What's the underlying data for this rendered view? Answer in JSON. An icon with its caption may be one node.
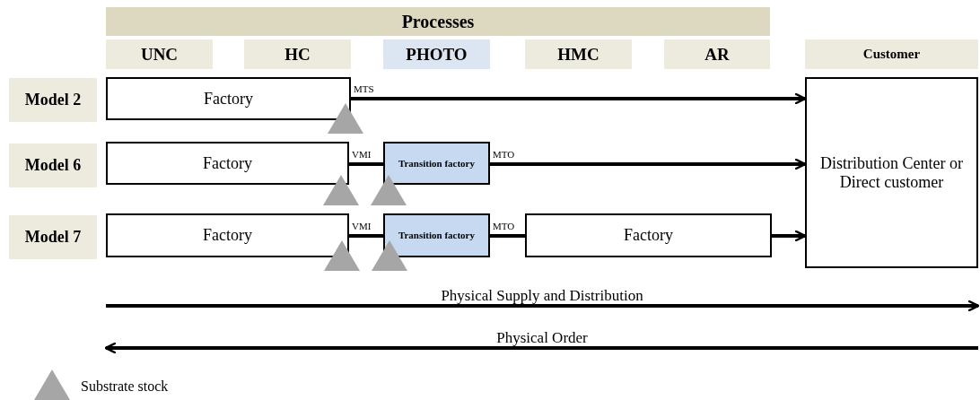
{
  "diagram": {
    "nodes": [
      {
        "text": [
          "Processes"
        ]
      },
      {
        "text": [
          "UNC"
        ]
      },
      {
        "text": [
          "HC"
        ]
      },
      {
        "text": [
          "PHOTO"
        ]
      },
      {
        "text": [
          "HMC"
        ]
      },
      {
        "text": [
          "AR"
        ]
      },
      {
        "text": [
          "Customer"
        ]
      },
      {
        "text": [
          "Model 2"
        ]
      },
      {
        "text": [
          "Factory"
        ]
      },
      {
        "text": [],
        "shape": "triangle"
      },
      {
        "text": [
          "Model 6"
        ]
      },
      {
        "text": [
          "Factory"
        ]
      },
      {
        "text": [],
        "shape": "triangle"
      },
      {
        "text": [
          "Transition factory"
        ]
      },
      {
        "text": [],
        "shape": "triangle"
      },
      {
        "text": [
          "Model 7"
        ]
      },
      {
        "text": [
          "Factory"
        ]
      },
      {
        "text": [],
        "shape": "triangle"
      },
      {
        "text": [
          "Transition factory"
        ]
      },
      {
        "text": [],
        "shape": "triangle"
      },
      {
        "text": [
          "Factory"
        ]
      },
      {
        "text": [
          "Distribution Center or Direct customer"
        ]
      }
    ],
    "edges": [
      {
        "from": 8,
        "to": 21,
        "arrow": "to",
        "label": "MTS"
      },
      {
        "from": 11,
        "to": 13,
        "arrow": "none",
        "label": "VMI"
      },
      {
        "from": 13,
        "to": 21,
        "arrow": "to",
        "label": "MTO"
      },
      {
        "from": 16,
        "to": 18,
        "arrow": "none",
        "label": "VMI"
      },
      {
        "from": 18,
        "to": 20,
        "arrow": "none",
        "label": "MTO"
      },
      {
        "from": 20,
        "to": 21,
        "arrow": "to"
      }
    ],
    "labels": [
      "Physical Supply and Distribution",
      "Physical Order"
    ],
    "legend": [
      {
        "text": "Substrate stock"
      }
    ]
  }
}
